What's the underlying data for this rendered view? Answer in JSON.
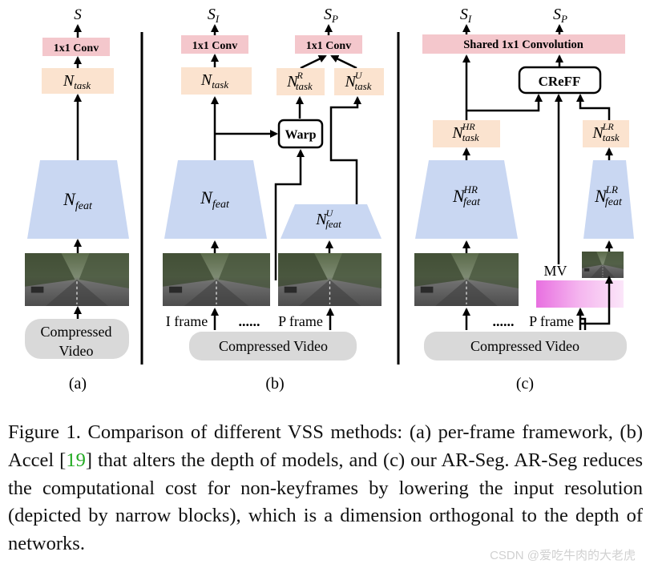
{
  "colors": {
    "conv": "#f4c7cc",
    "task": "#fbe3cf",
    "feat": "#c9d7f2",
    "video": "#d9d9d9",
    "arrow": "#000000",
    "link": "#22aa22"
  },
  "panel_a": {
    "output": "S",
    "conv": "1x1 Conv",
    "task": "N",
    "task_sub": "task",
    "feat": "N",
    "feat_sub": "feat",
    "video_line1": "Compressed",
    "video_line2": "Video",
    "label": "(a)"
  },
  "panel_b": {
    "output_i": "S",
    "output_i_sub": "I",
    "output_p": "S",
    "output_p_sub": "P",
    "conv_left": "1x1 Conv",
    "conv_right": "1x1 Conv",
    "task_main": "N",
    "task_main_sub": "task",
    "task_r": "N",
    "task_r_sub": "task",
    "task_r_sup": "R",
    "task_u": "N",
    "task_u_sub": "task",
    "task_u_sup": "U",
    "warp": "Warp",
    "feat": "N",
    "feat_sub": "feat",
    "feat_u": "N",
    "feat_u_sub": "feat",
    "feat_u_sup": "U",
    "i_frame": "I frame",
    "dots": "......",
    "p_frame": "P frame",
    "video": "Compressed Video",
    "label": "(b)"
  },
  "panel_c": {
    "output_i": "S",
    "output_i_sub": "I",
    "output_p": "S",
    "output_p_sub": "P",
    "shared_conv": "Shared 1x1 Convolution",
    "creff": "CReFF",
    "task_hr": "N",
    "task_hr_sub": "task",
    "task_hr_sup": "HR",
    "task_lr": "N",
    "task_lr_sub": "task",
    "task_lr_sup": "LR",
    "feat_hr": "N",
    "feat_hr_sub": "feat",
    "feat_hr_sup": "HR",
    "feat_lr": "N",
    "feat_lr_sub": "feat",
    "feat_lr_sup": "LR",
    "mv": "MV",
    "dots": "......",
    "p_frame": "P frame",
    "video": "Compressed Video",
    "label": "(c)"
  },
  "caption": {
    "part1": "Figure 1.  Comparison of different VSS methods: (a) per-frame framework, (b) Accel [",
    "ref": "19",
    "part2": "] that alters the depth of models, and (c) our AR-Seg. AR-Seg reduces the computational cost for non-keyframes by lowering the input resolution (depicted by narrow blocks), which is a dimension orthogonal to the depth of networks."
  },
  "watermark": "CSDN @爱吃牛肉的大老虎"
}
